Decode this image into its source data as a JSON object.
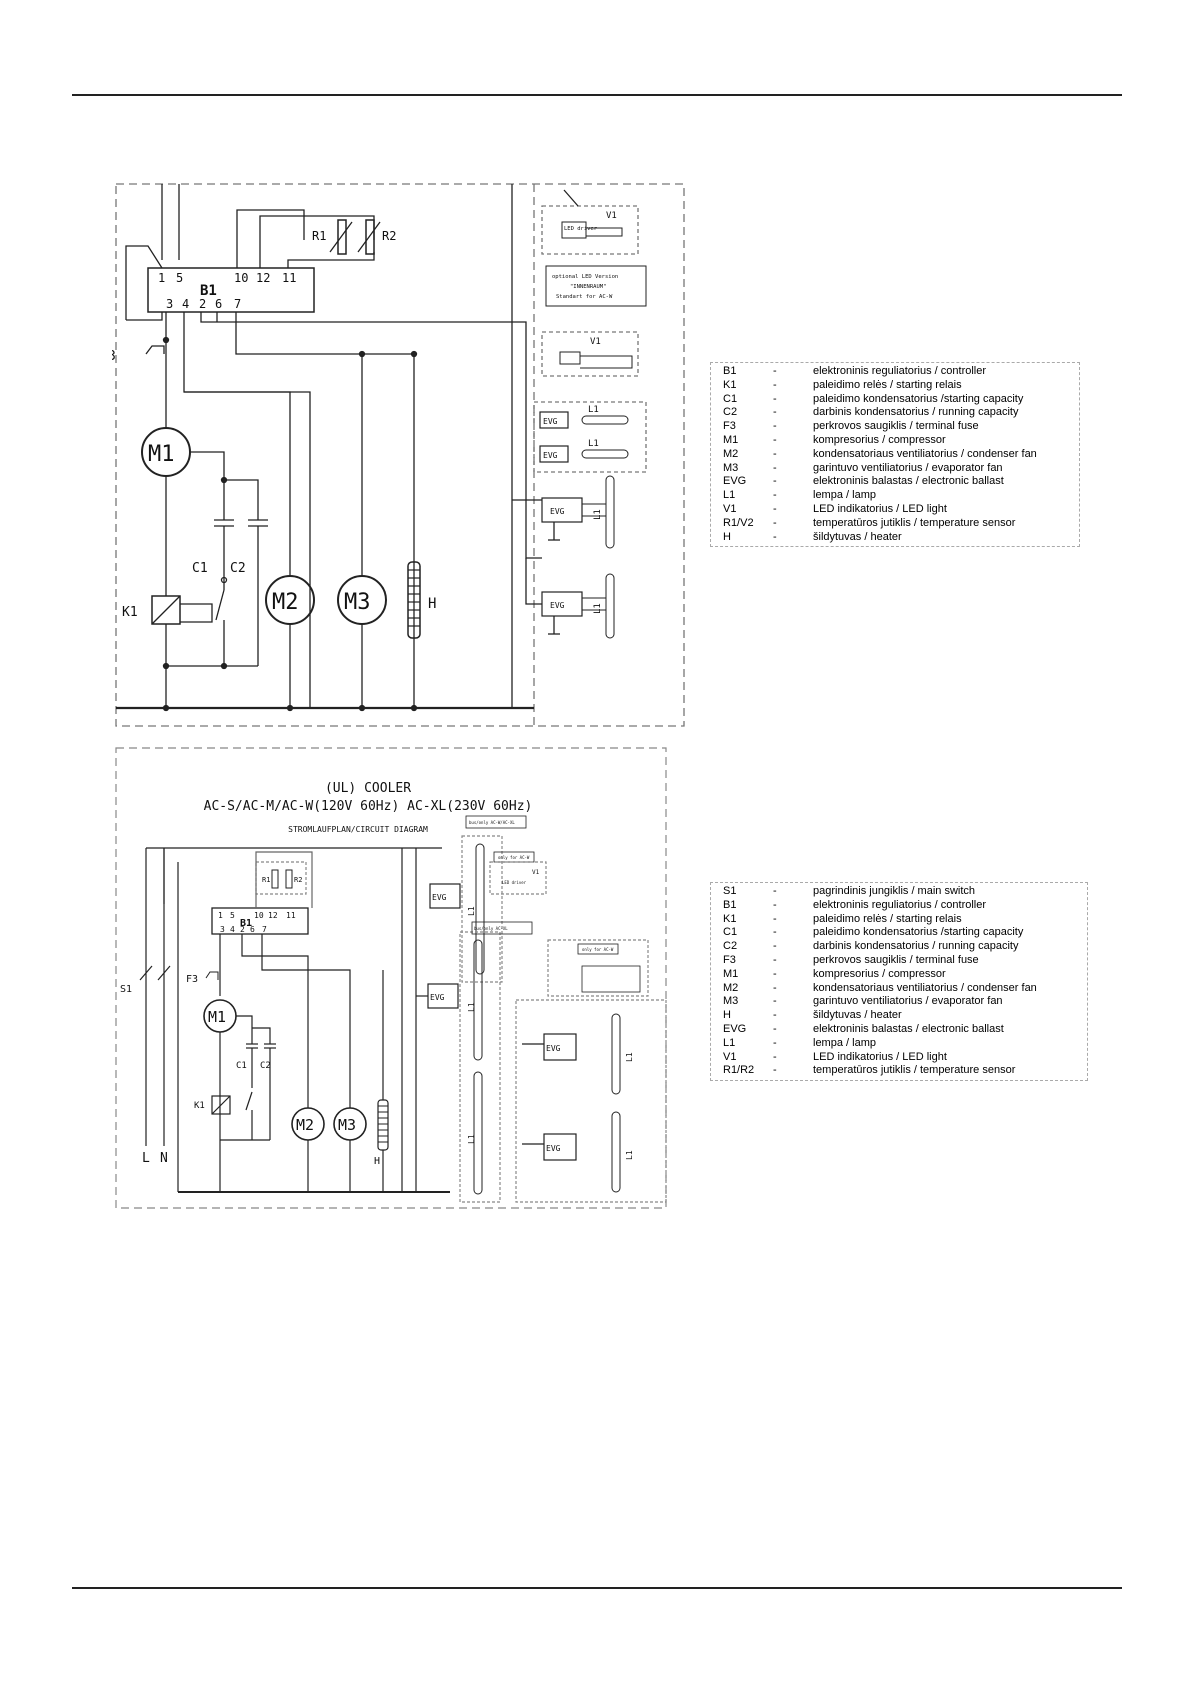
{
  "diagram1": {
    "controller_label": "B1",
    "terminals_top": [
      "1",
      "5",
      "10",
      "12",
      "11"
    ],
    "terminals_bottom": [
      "3",
      "4",
      "2",
      "6",
      "7"
    ],
    "sensor_labels": [
      "R1",
      "R2"
    ],
    "motor_labels": [
      "M1",
      "M2",
      "M3"
    ],
    "capacitor_labels": [
      "C1",
      "C2"
    ],
    "relay_label": "K1",
    "heater_label": "H",
    "fuse_label": "3",
    "led_driver_label": "LED driver",
    "v1_label": "V1",
    "optional_led_text": [
      "optional LED Version",
      "\"INNENRAUM\"",
      "Standart for AC-W"
    ],
    "evg_label": "EVG",
    "lamp_label": "L1"
  },
  "legend1": [
    {
      "code": "B1",
      "dash": "-",
      "desc": "elektroninis reguliatorius / controller"
    },
    {
      "code": "K1",
      "dash": "-",
      "desc": "paleidimo relės / starting relais"
    },
    {
      "code": "C1",
      "dash": "-",
      "desc": "paleidimo kondensatorius /starting capacity"
    },
    {
      "code": "C2",
      "dash": "-",
      "desc": "darbinis kondensatorius / running capacity"
    },
    {
      "code": "F3",
      "dash": "-",
      "desc": "perkrovos saugiklis / terminal fuse"
    },
    {
      "code": "M1",
      "dash": "-",
      "desc": "kompresorius / compressor"
    },
    {
      "code": "M2",
      "dash": "-",
      "desc": "kondensatoriaus ventiliatorius / condenser fan"
    },
    {
      "code": "M3",
      "dash": "-",
      "desc": "garintuvo ventiliatorius / evaporator fan"
    },
    {
      "code": "EVG",
      "dash": "-",
      "desc": "elektroninis balastas / electronic ballast"
    },
    {
      "code": "L1",
      "dash": "-",
      "desc": "lempa / lamp"
    },
    {
      "code": "V1",
      "dash": "-",
      "desc": "LED indikatorius / LED light"
    },
    {
      "code": "R1/V2",
      "dash": "-",
      "desc": "temperatūros jutiklis / temperature sensor"
    },
    {
      "code": "H",
      "dash": "-",
      "desc": "šildytuvas / heater"
    }
  ],
  "diagram2": {
    "title_line1": "(UL) COOLER",
    "title_line2": "AC-S/AC-M/AC-W(120V 60Hz) AC-XL(230V 60Hz)",
    "subtitle": "STROMLAUFPLAN/CIRCUIT DIAGRAM",
    "controller_label": "B1",
    "terminals_top": [
      "1",
      "5",
      "10",
      "12",
      "11"
    ],
    "terminals_bottom": [
      "3",
      "4",
      "2",
      "6",
      "7"
    ],
    "sensor_labels": [
      "R1",
      "R2"
    ],
    "motor_labels": [
      "M1",
      "M2",
      "M3"
    ],
    "capacitor_labels": [
      "C1",
      "C2"
    ],
    "relay_label": "K1",
    "heater_label": "H",
    "switch_label": "S1",
    "fuse_label": "F3",
    "line_label": "L",
    "neutral_label": "N",
    "evg_label": "EVG",
    "lamp_label": "L1",
    "note_acw_acxl": "bus/only AC-W/AC-XL",
    "note_only_acw": "only for AC-W",
    "note_only_acxl": "bus/only AC-XL",
    "led_driver_label": "LED driver",
    "v1_label": "V1"
  },
  "legend2": [
    {
      "code": "S1",
      "dash": "-",
      "desc": "pagrindinis jungiklis / main switch"
    },
    {
      "code": "B1",
      "dash": "-",
      "desc": "elektroninis reguliatorius / controller"
    },
    {
      "code": "K1",
      "dash": "-",
      "desc": "paleidimo relės / starting relais"
    },
    {
      "code": "C1",
      "dash": "-",
      "desc": "paleidimo kondensatorius /starting capacity"
    },
    {
      "code": "C2",
      "dash": "-",
      "desc": "darbinis kondensatorius / running capacity"
    },
    {
      "code": "F3",
      "dash": "-",
      "desc": "perkrovos saugiklis / terminal fuse"
    },
    {
      "code": "M1",
      "dash": "-",
      "desc": "kompresorius / compressor"
    },
    {
      "code": "M2",
      "dash": "-",
      "desc": "kondensatoriaus ventiliatorius / condenser fan"
    },
    {
      "code": "M3",
      "dash": "-",
      "desc": "garintuvo ventiliatorius / evaporator fan"
    },
    {
      "code": "H",
      "dash": "-",
      "desc": "šildytuvas / heater"
    },
    {
      "code": "EVG",
      "dash": "-",
      "desc": "elektroninis balastas / electronic ballast"
    },
    {
      "code": "L1",
      "dash": "-",
      "desc": "lempa / lamp"
    },
    {
      "code": "V1",
      "dash": "-",
      "desc": "LED indikatorius / LED light"
    },
    {
      "code": "R1/R2",
      "dash": "-",
      "desc": "temperatūros jutiklis / temperature sensor"
    }
  ]
}
